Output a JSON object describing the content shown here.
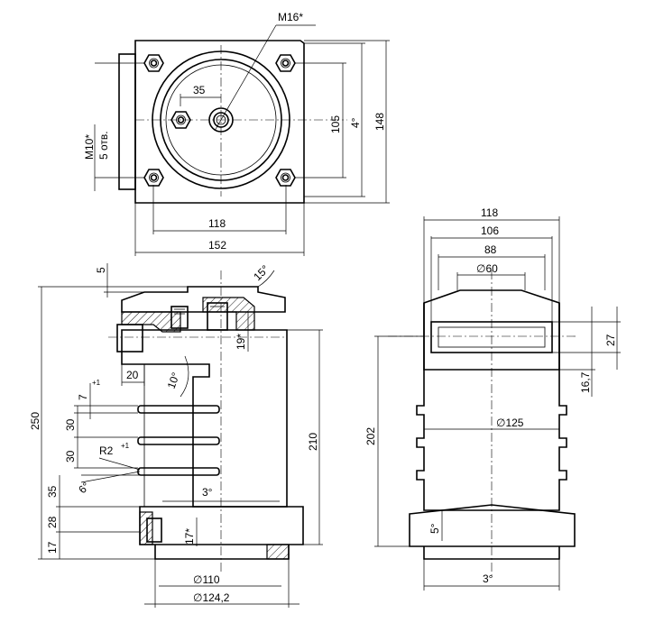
{
  "top_view": {
    "thread_top": "M16*",
    "dim_35": "35",
    "thread_side": "M10*",
    "holes": "5 отв.",
    "dim_105": "105",
    "angle_4": "4°",
    "dim_148": "148",
    "dim_118": "118",
    "dim_152": "152"
  },
  "section_view": {
    "dim_5": "5",
    "angle_15": "15°",
    "dim_19": "19*",
    "dim_20": "20",
    "angle_10": "10°",
    "dim_7": "7",
    "tol_7": "+1",
    "dim_250": "250",
    "dim_30a": "30",
    "dim_210": "210",
    "dim_30b": "30",
    "radius": "R2",
    "tol_r": "+1",
    "angle_6": "6°",
    "dim_35": "35",
    "angle_3": "3°",
    "dim_28": "28",
    "dim_17": "17",
    "dim_17s": "17*",
    "dia_110": "∅110",
    "dia_124": "∅124,2"
  },
  "side_view": {
    "dim_118": "118",
    "dim_106": "106",
    "dim_88": "88",
    "dia_60": "∅60",
    "dim_27": "27",
    "dim_16_7": "16,7",
    "dim_202": "202",
    "dia_125": "∅125",
    "angle_5": "5°",
    "angle_3": "3°"
  }
}
